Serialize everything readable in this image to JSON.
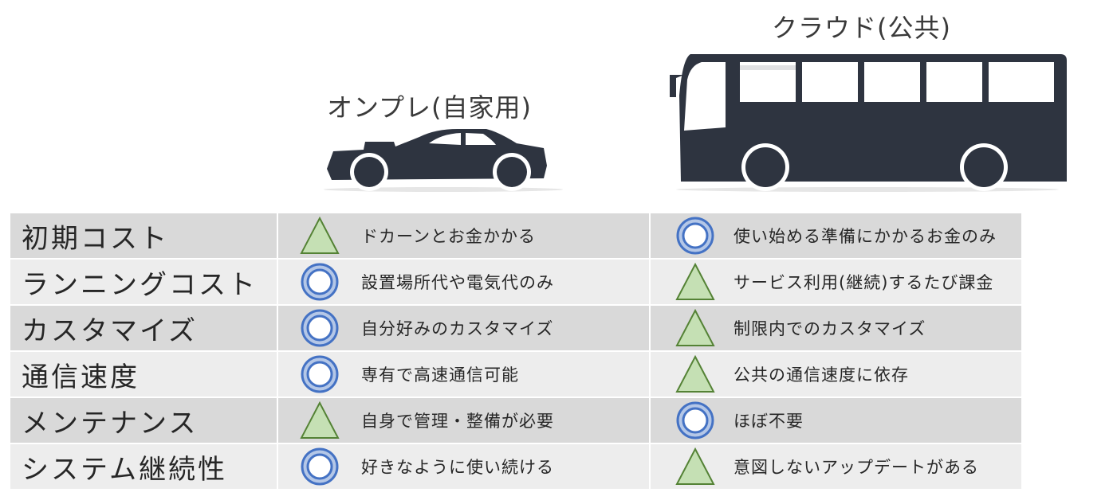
{
  "onprem": {
    "title": "オンプレ(自家用)",
    "icon": "sports-car-icon"
  },
  "cloud": {
    "title": "クラウド(公共)",
    "icon": "bus-icon"
  },
  "colors": {
    "vehicle": "#2e3440",
    "circle_fill": "#b4c7e7",
    "circle_stroke": "#4472c4",
    "triangle_fill": "#c5e0b4",
    "triangle_stroke": "#548235",
    "row_dark": "#d9d9d9",
    "row_light": "#ededed"
  },
  "rows": [
    {
      "label": "初期コスト",
      "onprem": {
        "mark": "triangle",
        "text": "ドカーンとお金かかる"
      },
      "cloud": {
        "mark": "circle",
        "text": "使い始める準備にかかるお金のみ"
      }
    },
    {
      "label": "ランニングコスト",
      "onprem": {
        "mark": "circle",
        "text": "設置場所代や電気代のみ"
      },
      "cloud": {
        "mark": "triangle",
        "text": "サービス利用(継続)するたび課金"
      }
    },
    {
      "label": "カスタマイズ",
      "onprem": {
        "mark": "circle",
        "text": "自分好みのカスタマイズ"
      },
      "cloud": {
        "mark": "triangle",
        "text": "制限内でのカスタマイズ"
      }
    },
    {
      "label": "通信速度",
      "onprem": {
        "mark": "circle",
        "text": "専有で高速通信可能"
      },
      "cloud": {
        "mark": "triangle",
        "text": "公共の通信速度に依存"
      }
    },
    {
      "label": "メンテナンス",
      "onprem": {
        "mark": "triangle",
        "text": "自身で管理・整備が必要"
      },
      "cloud": {
        "mark": "circle",
        "text": "ほぼ不要"
      }
    },
    {
      "label": "システム継続性",
      "onprem": {
        "mark": "circle",
        "text": "好きなように使い続ける"
      },
      "cloud": {
        "mark": "triangle",
        "text": "意図しないアップデートがある"
      }
    }
  ]
}
